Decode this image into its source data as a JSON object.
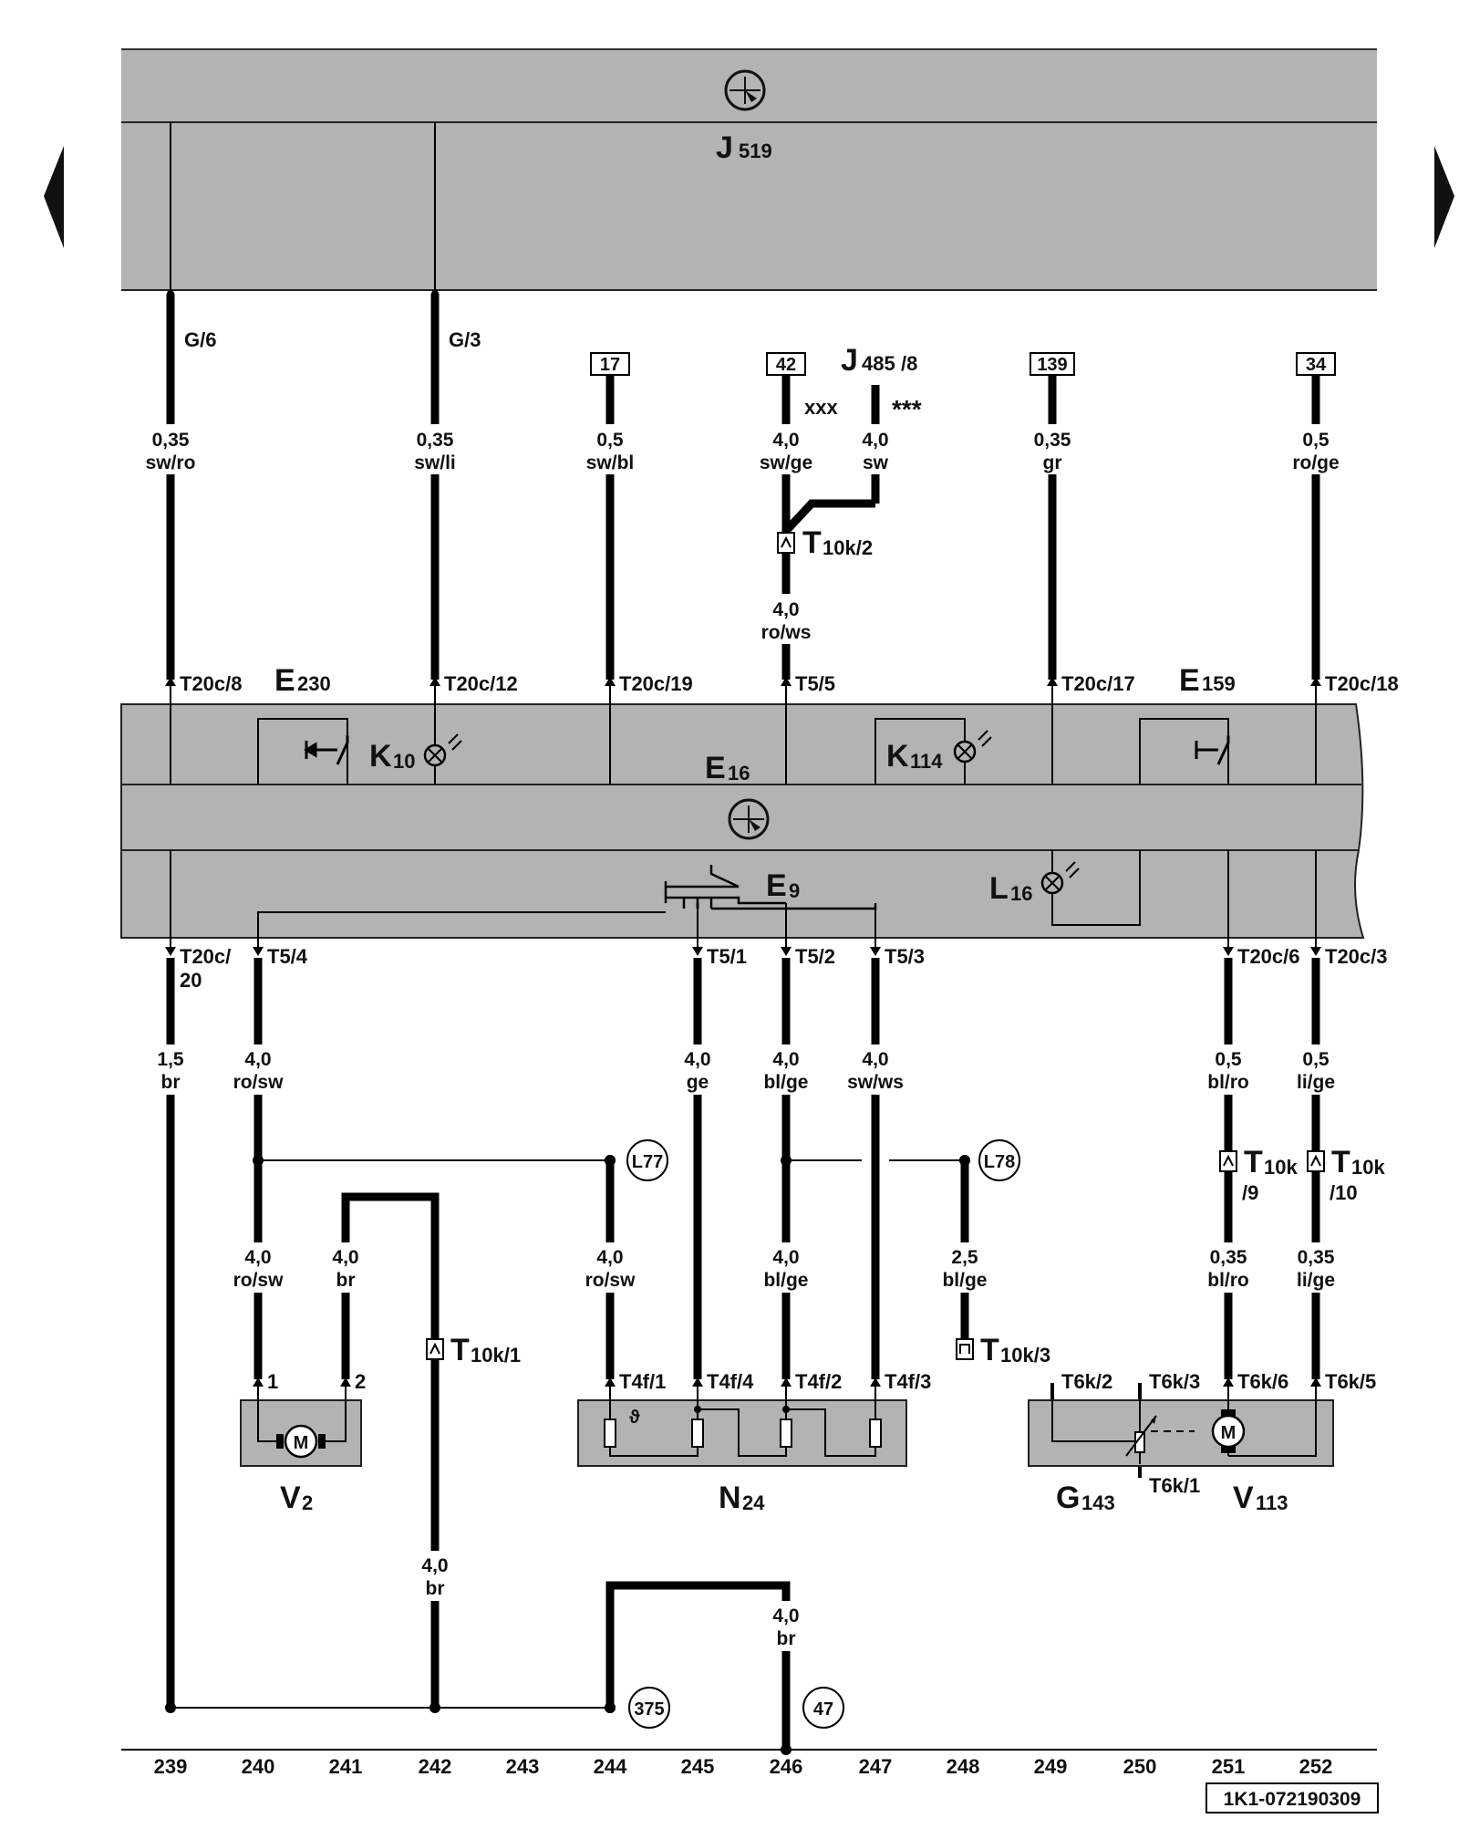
{
  "title_units": {
    "j519": {
      "letter": "J",
      "sub": "519"
    },
    "e230": {
      "letter": "E",
      "sub": "230"
    },
    "e159": {
      "letter": "E",
      "sub": "159"
    },
    "e16": {
      "letter": "E",
      "sub": "16"
    },
    "e9": {
      "letter": "E",
      "sub": "9"
    },
    "k10": {
      "letter": "K",
      "sub": "10"
    },
    "k114": {
      "letter": "K",
      "sub": "114"
    },
    "l16": {
      "letter": "L",
      "sub": "16"
    },
    "v2": {
      "letter": "V",
      "sub": "2"
    },
    "n24": {
      "letter": "N",
      "sub": "24"
    },
    "g143": {
      "letter": "G",
      "sub": "143"
    },
    "v113": {
      "letter": "V",
      "sub": "113"
    },
    "j485": {
      "letter": "J",
      "sub": "485",
      "pin": "/8"
    }
  },
  "top_pins": {
    "g6": "G/6",
    "g3": "G/3"
  },
  "refs": {
    "r17": "17",
    "r42": "42",
    "r139": "139",
    "r34": "34"
  },
  "marks": {
    "xxx": "xxx",
    "stars": "***"
  },
  "wires": {
    "w1": {
      "size": "0,35",
      "color": "sw/ro"
    },
    "w2": {
      "size": "0,35",
      "color": "sw/li"
    },
    "w3": {
      "size": "0,5",
      "color": "sw/bl"
    },
    "w4": {
      "size": "4,0",
      "color": "sw/ge"
    },
    "w5": {
      "size": "4,0",
      "color": "sw"
    },
    "w6": {
      "size": "0,35",
      "color": "gr"
    },
    "w7": {
      "size": "0,5",
      "color": "ro/ge"
    },
    "w8": {
      "size": "4,0",
      "color": "ro/ws"
    },
    "w9": {
      "size": "1,5",
      "color": "br"
    },
    "w10": {
      "size": "4,0",
      "color": "ro/sw"
    },
    "w11": {
      "size": "4,0",
      "color": "ge"
    },
    "w12": {
      "size": "4,0",
      "color": "bl/ge"
    },
    "w13": {
      "size": "4,0",
      "color": "sw/ws"
    },
    "w14": {
      "size": "0,5",
      "color": "bl/ro"
    },
    "w15": {
      "size": "0,5",
      "color": "li/ge"
    },
    "w16": {
      "size": "4,0",
      "color": "ro/sw"
    },
    "w17": {
      "size": "4,0",
      "color": "br"
    },
    "w18": {
      "size": "4,0",
      "color": "ro/sw"
    },
    "w19": {
      "size": "4,0",
      "color": "bl/ge"
    },
    "w20": {
      "size": "2,5",
      "color": "bl/ge"
    },
    "w21": {
      "size": "0,35",
      "color": "bl/ro"
    },
    "w22": {
      "size": "0,35",
      "color": "li/ge"
    },
    "w23": {
      "size": "4,0",
      "color": "br"
    },
    "w24": {
      "size": "4,0",
      "color": "br"
    }
  },
  "connectors": {
    "t10k2": {
      "main": "T",
      "sub": "10k/2"
    },
    "t10k1": {
      "main": "T",
      "sub": "10k/1"
    },
    "t10k3": {
      "main": "T",
      "sub": "10k/3"
    },
    "t10k9": {
      "main": "T",
      "sub": "10k",
      "pin": "/9"
    },
    "t10k10": {
      "main": "T",
      "sub": "10k",
      "pin": "/10"
    }
  },
  "pins_upper": {
    "p1": "T20c/8",
    "p2": "T20c/12",
    "p3": "T20c/19",
    "p4": "T5/5",
    "p5": "T20c/17",
    "p6": "T20c/18"
  },
  "pins_lower": {
    "p1a": "T20c/",
    "p1b": "20",
    "p2": "T5/4",
    "p3": "T5/1",
    "p4": "T5/2",
    "p5": "T5/3",
    "p6": "T20c/6",
    "p7": "T20c/3"
  },
  "pins_components": {
    "v2_1": "1",
    "v2_2": "2",
    "n1": "T4f/1",
    "n2": "T4f/4",
    "n3": "T4f/2",
    "n4": "T4f/3",
    "g1": "T6k/2",
    "g2": "T6k/3",
    "g3": "T6k/6",
    "g4": "T6k/5",
    "g5": "T6k/1"
  },
  "symbols": {
    "motor": "M",
    "theta": "ϑ"
  },
  "ground_refs": {
    "l77": "L77",
    "l78": "L78",
    "r375": "375",
    "r47": "47"
  },
  "columns": [
    "239",
    "240",
    "241",
    "242",
    "243",
    "244",
    "245",
    "246",
    "247",
    "248",
    "249",
    "250",
    "251",
    "252"
  ],
  "footer_code": "1K1-072190309",
  "colors": {
    "housing": "#b3b3b3",
    "wire": "#000000",
    "background": "#ffffff"
  }
}
